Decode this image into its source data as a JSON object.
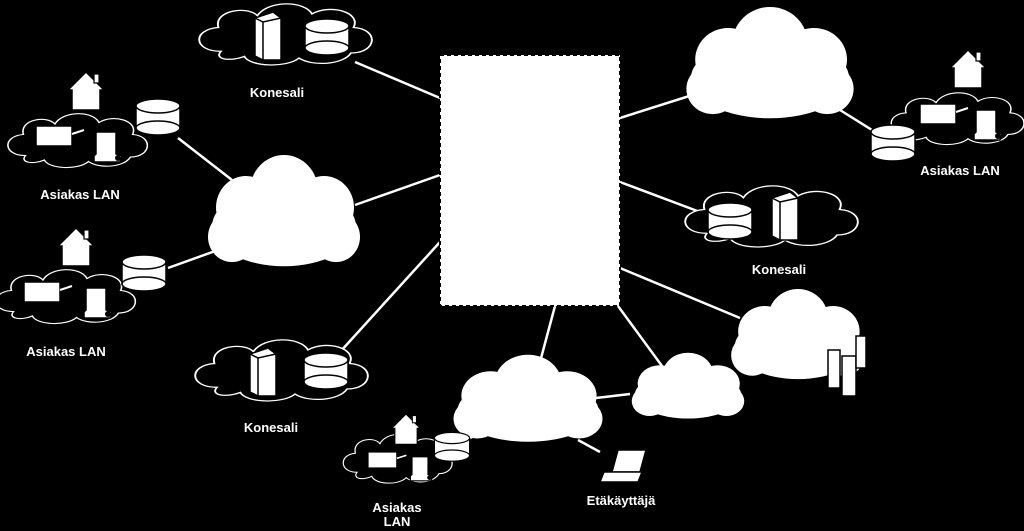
{
  "background_color": "#000000",
  "foreground_color": "#ffffff",
  "labels": {
    "konesali_top": "Konesali",
    "konesali_right": "Konesali",
    "konesali_bottom": "Konesali",
    "asiakas_lan_left_top": "Asiakas LAN",
    "asiakas_lan_left_bottom": "Asiakas LAN",
    "asiakas_lan_right": "Asiakas LAN",
    "asiakas_lan_bottom_line1": "Asiakas",
    "asiakas_lan_bottom_line2": "LAN",
    "etakayttaja": "Etäkäyttäjä"
  }
}
